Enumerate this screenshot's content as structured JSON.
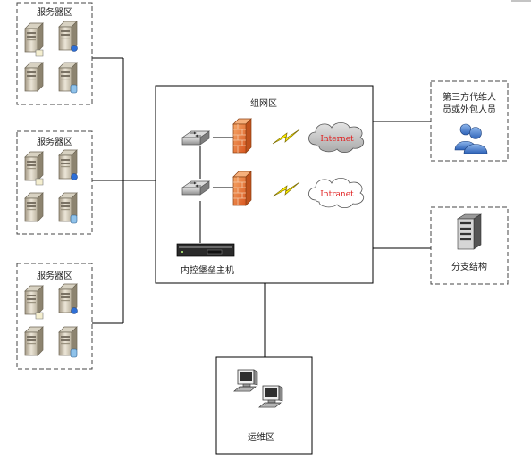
{
  "server_zones": [
    {
      "label": "服务器区"
    },
    {
      "label": "服务器区"
    },
    {
      "label": "服务器区"
    }
  ],
  "network_zone": {
    "label": "组网区",
    "internet_label": "Internet",
    "intranet_label": "Intranet",
    "bastion_label": "内控堡垒主机"
  },
  "third_party": {
    "label_line1": "第三方代维人",
    "label_line2": "员或外包人员"
  },
  "branch": {
    "label": "分支结构"
  },
  "ops_zone": {
    "label": "运维区"
  },
  "colors": {
    "line": "#000000",
    "firewall": "#e8733a",
    "lightning": "#ffee00",
    "internet_cloud": "#c8c8c8",
    "intranet_cloud": "#ffffff",
    "cloud_text": "#e02020"
  }
}
